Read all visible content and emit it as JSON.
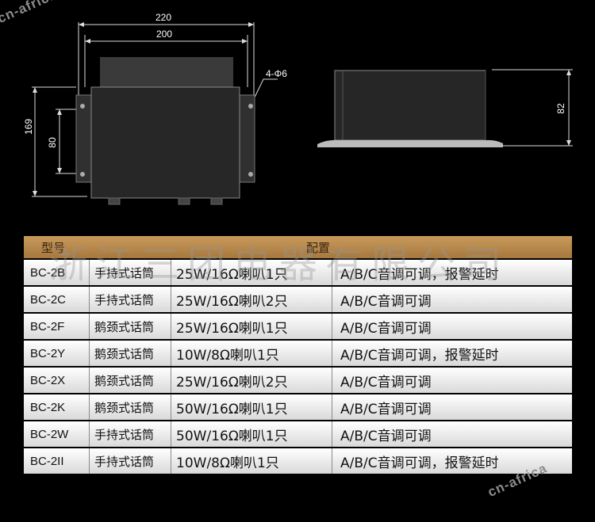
{
  "drawing": {
    "dims": {
      "width_outer": "220",
      "width_inner": "200",
      "height_total": "169",
      "height_holes": "80",
      "holes": "4-Φ6",
      "side_height": "82"
    }
  },
  "table": {
    "headers": [
      "型号",
      "配置"
    ],
    "rows": [
      {
        "model": "BC-2B",
        "mic": "手持式话筒",
        "speaker": "25W/16Ω喇叭1只",
        "config": "A/B/C音调可调，报警延时"
      },
      {
        "model": "BC-2C",
        "mic": "手持式话筒",
        "speaker": "25W/16Ω喇叭2只",
        "config": "A/B/C音调可调"
      },
      {
        "model": "BC-2F",
        "mic": "鹅颈式话筒",
        "speaker": "25W/16Ω喇叭1只",
        "config": "A/B/C音调可调"
      },
      {
        "model": "BC-2Y",
        "mic": "鹅颈式话筒",
        "speaker": "10W/8Ω喇叭1只",
        "config": "A/B/C音调可调，报警延时"
      },
      {
        "model": "BC-2X",
        "mic": "鹅颈式话筒",
        "speaker": "25W/16Ω喇叭2只",
        "config": "A/B/C音调可调"
      },
      {
        "model": "BC-2K",
        "mic": "鹅颈式话筒",
        "speaker": "50W/16Ω喇叭1只",
        "config": "A/B/C音调可调"
      },
      {
        "model": "BC-2W",
        "mic": "手持式话筒",
        "speaker": "50W/16Ω喇叭1只",
        "config": "A/B/C音调可调"
      },
      {
        "model": "BC-2II",
        "mic": "手持式话筒",
        "speaker": "10W/8Ω喇叭1只",
        "config": "A/B/C音调可调，报警延时"
      }
    ]
  },
  "watermarks": {
    "site_top": "cn-africa.cn",
    "site_bottom": "cn-africa",
    "company": "浙江三团电器有限公司"
  }
}
